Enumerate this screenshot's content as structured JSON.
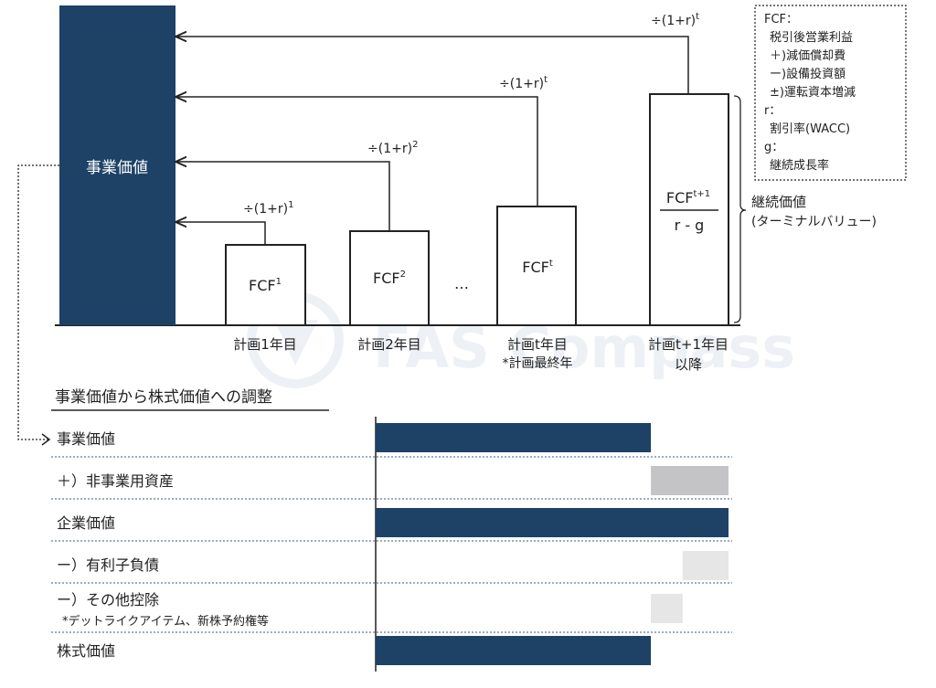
{
  "diagram": {
    "colors": {
      "navy": "#1d4266",
      "gray": "#c4c4c6",
      "lightgray": "#e6e6e6",
      "line": "#222222",
      "watermark": "#dfe6ef"
    },
    "business_value_label": "事業価値",
    "divisor_base": "÷(1+r)",
    "exponents": [
      "1",
      "2",
      "t",
      "t"
    ],
    "bars": [
      {
        "fcf": "FCF",
        "sup": "1",
        "label": "計画1年目"
      },
      {
        "fcf": "FCF",
        "sup": "2",
        "label": "計画2年目"
      },
      {
        "fcf": "FCF",
        "sup": "t",
        "label": "計画t年目",
        "note": "*計画最終年"
      },
      {
        "fcf": "FCF",
        "sup": "t+1",
        "denominator": "r - g",
        "label": "計画t+1年目",
        "label2": "以降"
      }
    ],
    "ellipsis": "…",
    "terminal_label": "継続価値",
    "terminal_sub": "(ターミナルバリュー)",
    "legend": [
      "FCF：",
      "税引後営業利益",
      "＋)減価償却費",
      "ー)設備投資額",
      "±)運転資本増減",
      "r：",
      "割引率(WACC)",
      "g：",
      "継続成長率"
    ],
    "watermark": "FAS Compass"
  },
  "bridge": {
    "title": "事業価値から株式価値への調整",
    "rows": [
      {
        "label": "事業価値",
        "start": 0,
        "value": 0.78,
        "color": "navy"
      },
      {
        "label": "＋）非事業用資産",
        "start": 0.78,
        "value": 0.22,
        "color": "gray"
      },
      {
        "label": "企業価値",
        "start": 0,
        "value": 1.0,
        "color": "navy"
      },
      {
        "label": "ー）有利子負債",
        "start": 0.87,
        "value": 0.13,
        "color": "lightgray"
      },
      {
        "label": "ー）その他控除",
        "sub": "*デットライクアイテム、新株予約権等",
        "start": 0.78,
        "value": 0.09,
        "color": "lightgray"
      },
      {
        "label": "株式価値",
        "start": 0,
        "value": 0.78,
        "color": "navy"
      }
    ]
  }
}
